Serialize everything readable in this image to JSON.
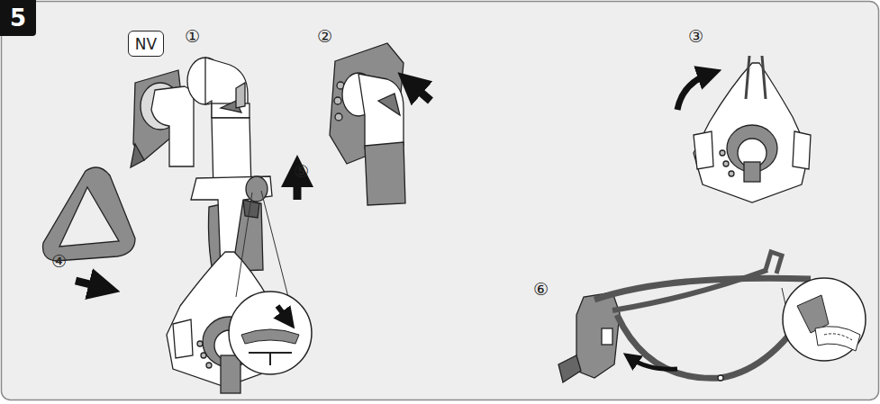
{
  "diagram": {
    "nodes": [
      {
        "text": [
          "5"
        ]
      },
      {
        "text": [
          "NV"
        ]
      }
    ],
    "labels": [
      "①",
      "②",
      "③",
      "④",
      "⑤",
      "⑥"
    ]
  }
}
